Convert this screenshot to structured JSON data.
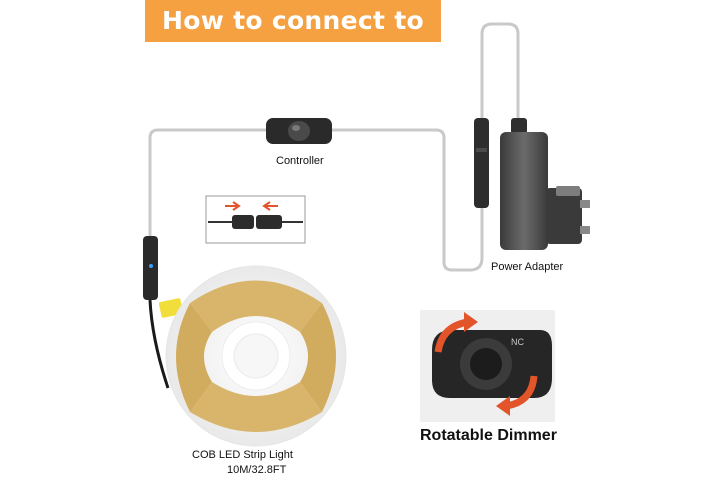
{
  "title": "How to connect to use",
  "labels": {
    "controller": "Controller",
    "power_adapter": "Power Adapter",
    "strip_light": "COB LED Strip Light",
    "strip_size": "10M/32.8FT",
    "dimmer": "Rotatable Dimmer"
  },
  "dimmer_marking": "NC",
  "colors": {
    "banner": "#f5a142",
    "cable": "#c8c8c8",
    "arrow": "#e2552b",
    "device": "#2b2b2b",
    "led": "#d8b56a"
  }
}
